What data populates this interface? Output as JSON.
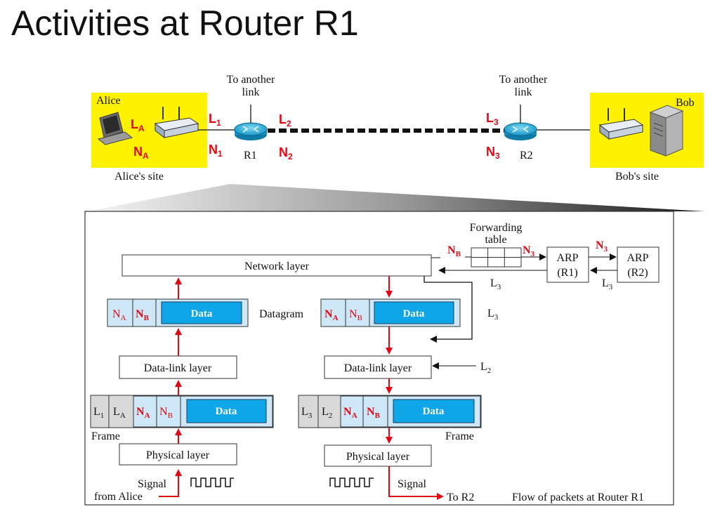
{
  "slide": {
    "title": "Activities at Router R1"
  },
  "topology": {
    "alice_label": "Alice",
    "alice_site": "Alice's site",
    "bob_label": "Bob",
    "bob_site": "Bob's site",
    "to_another_link": "To another",
    "link_word": "link",
    "router1": "R1",
    "router2": "R2",
    "addresses": {
      "LA": [
        "L",
        "A"
      ],
      "NA": [
        "N",
        "A"
      ],
      "L1": [
        "L",
        "1"
      ],
      "N1": [
        "N",
        "1"
      ],
      "L2": [
        "L",
        "2"
      ],
      "N2": [
        "N",
        "2"
      ],
      "L3": [
        "L",
        "3"
      ],
      "N3": [
        "N",
        "3"
      ]
    }
  },
  "detail": {
    "forwarding": "Forwarding",
    "table": "table",
    "network_layer": "Network layer",
    "datalink_layer": "Data-link layer",
    "physical_layer": "Physical layer",
    "datagram": "Datagram",
    "frame": "Frame",
    "data": "Data",
    "arp": "ARP",
    "arp_r1": "(R1)",
    "arp_r2": "(R2)",
    "signal": "Signal",
    "from_alice": "from Alice",
    "to_r2": "To R2",
    "caption": "Flow of packets at Router R1"
  },
  "colors": {
    "site_bg": "#fff200",
    "address_red": "#e30613",
    "data_blue": "#0ea5e9",
    "header_blue": "#cfe8f7",
    "router_cyan": "#22b8e6"
  }
}
